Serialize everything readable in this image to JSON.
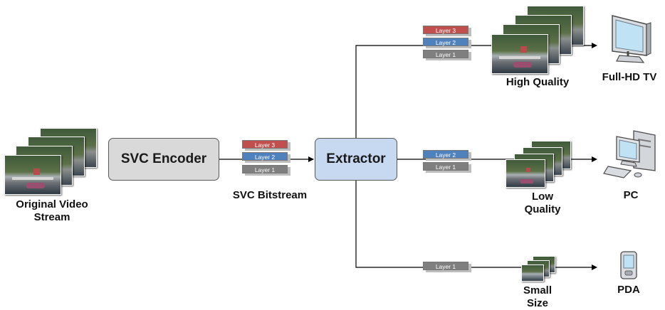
{
  "nodes": {
    "encoder": "SVC Encoder",
    "extractor": "Extractor"
  },
  "captions": {
    "original": [
      "Original Video",
      "Stream"
    ],
    "bitstream": "SVC Bitstream",
    "high_quality": "High Quality",
    "low_quality": [
      "Low",
      "Quality"
    ],
    "small_size": [
      "Small",
      "Size"
    ],
    "full_hd_tv": "Full-HD TV",
    "pc": "PC",
    "pda": "PDA"
  },
  "layers": {
    "layer3": "Layer 3",
    "layer2": "Layer 2",
    "layer1": "Layer 1"
  },
  "colors": {
    "layer3": "#c0504d",
    "layer2": "#4f81bd",
    "layer1": "#7f7f7f",
    "encoder_fill": "#d9d9d9",
    "extractor_fill": "#c6d9f1",
    "arrow": "#000000"
  },
  "icons": {
    "tv": "full-hd-tv-icon",
    "pc": "desktop-pc-icon",
    "pda": "pda-icon",
    "frames": "video-frame-thumbnail"
  }
}
